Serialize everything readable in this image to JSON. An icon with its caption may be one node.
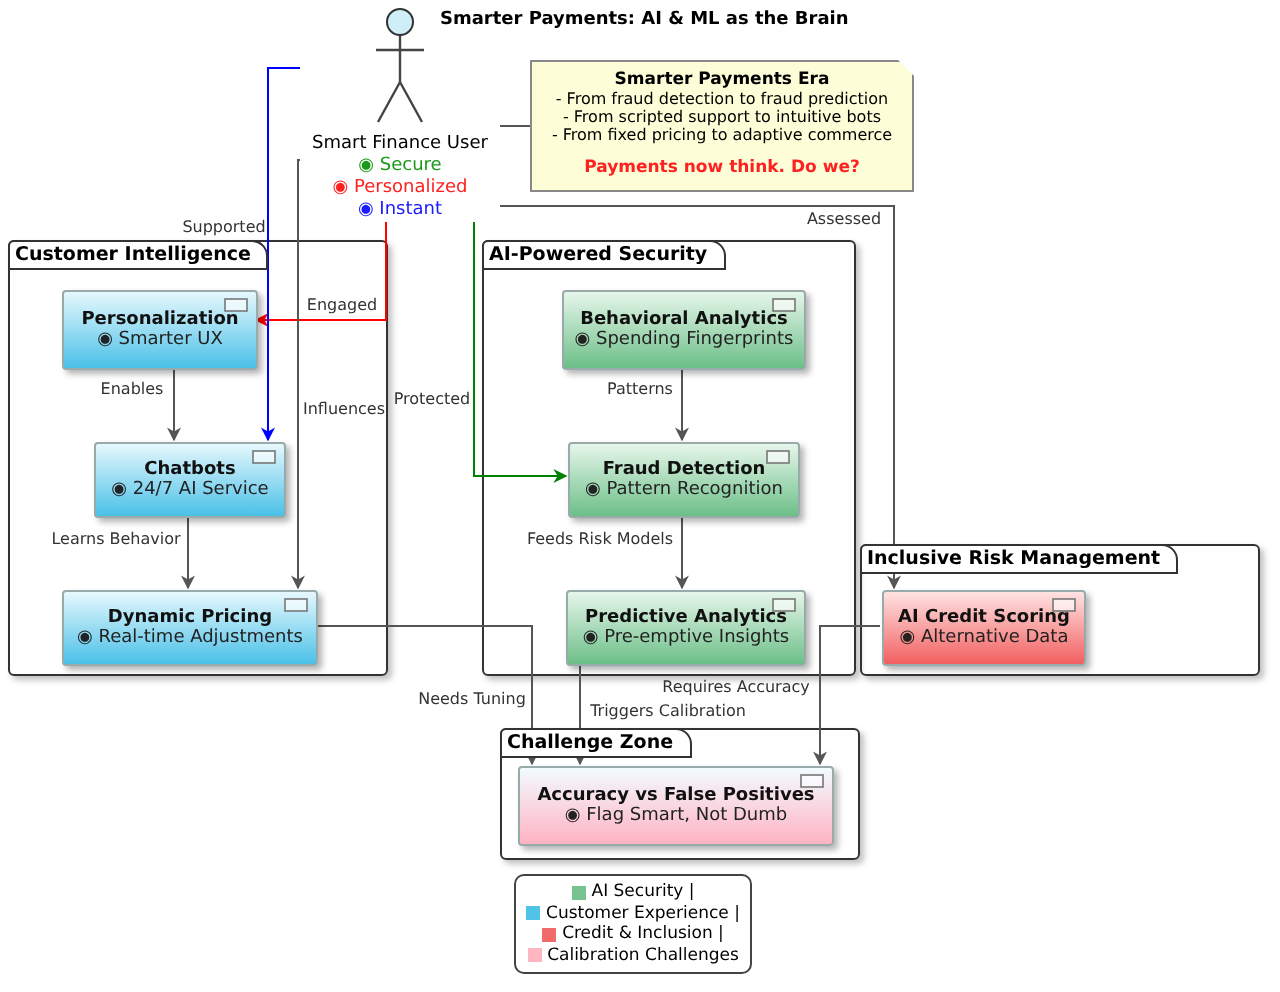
{
  "diagram": {
    "title": "Smarter Payments: AI & ML as the Brain",
    "nodes": [
      {
        "text": [
          "Smart Finance User",
          "◉ Secure",
          "◉ Personalized",
          "◉ Instant"
        ]
      },
      {
        "text": [
          "Smarter Payments Era",
          "- From fraud detection to fraud prediction",
          "- From scripted support to intuitive bots",
          "- From fixed pricing to adaptive commerce",
          "Payments now think. Do we?"
        ]
      },
      {
        "text": [
          "Customer Intelligence"
        ]
      },
      {
        "text": [
          "Personalization",
          "◉ Smarter UX"
        ],
        "in": 2
      },
      {
        "text": [
          "Chatbots",
          "◉ 24/7 AI Service"
        ],
        "in": 2
      },
      {
        "text": [
          "Dynamic Pricing",
          "◉ Real-time Adjustments"
        ],
        "in": 2
      },
      {
        "text": [
          "AI-Powered Security"
        ]
      },
      {
        "text": [
          "Behavioral Analytics",
          "◉ Spending Fingerprints"
        ],
        "in": 6
      },
      {
        "text": [
          "Fraud Detection",
          "◉ Pattern Recognition"
        ],
        "in": 6
      },
      {
        "text": [
          "Predictive Analytics",
          "◉ Pre-emptive Insights"
        ],
        "in": 6
      },
      {
        "text": [
          "Inclusive Risk Management"
        ]
      },
      {
        "text": [
          "AI Credit Scoring",
          "◉ Alternative Data"
        ],
        "in": 10
      },
      {
        "text": [
          "Challenge Zone"
        ]
      },
      {
        "text": [
          "Accuracy vs False Positives",
          "◉ Flag Smart, Not Dumb"
        ],
        "in": 12
      }
    ],
    "edges": [
      {
        "from": 0,
        "to": 3,
        "arrow": "to",
        "label": "Engaged",
        "color": "#ff0000"
      },
      {
        "from": 0,
        "to": 4,
        "arrow": "to",
        "label": "Supported",
        "color": "#0000ff"
      },
      {
        "from": 0,
        "to": 5,
        "arrow": "to",
        "label": "Influences"
      },
      {
        "from": 0,
        "to": 8,
        "arrow": "to",
        "label": "Protected",
        "color": "#008000"
      },
      {
        "from": 0,
        "to": 11,
        "arrow": "to",
        "label": "Assessed"
      },
      {
        "from": 3,
        "to": 4,
        "arrow": "to",
        "label": "Enables"
      },
      {
        "from": 4,
        "to": 5,
        "arrow": "to",
        "label": "Learns Behavior"
      },
      {
        "from": 7,
        "to": 8,
        "arrow": "to",
        "label": "Patterns"
      },
      {
        "from": 8,
        "to": 9,
        "arrow": "to",
        "label": "Feeds Risk Models"
      },
      {
        "from": 5,
        "to": 13,
        "arrow": "to",
        "label": "Needs Tuning"
      },
      {
        "from": 9,
        "to": 13,
        "arrow": "to",
        "label": "Triggers Calibration"
      },
      {
        "from": 11,
        "to": 13,
        "arrow": "to",
        "label": "Requires Accuracy"
      },
      {
        "from": 1,
        "to": 0,
        "arrow": "none"
      }
    ],
    "legend": [
      {
        "text": "AI Security |",
        "color": "#77c38f"
      },
      {
        "text": "Customer Experience |",
        "color": "#4fc3e8"
      },
      {
        "text": "Credit & Inclusion |",
        "color": "#f26b6b"
      },
      {
        "text": "Calibration Challenges",
        "color": "#ffb6c1"
      }
    ]
  }
}
